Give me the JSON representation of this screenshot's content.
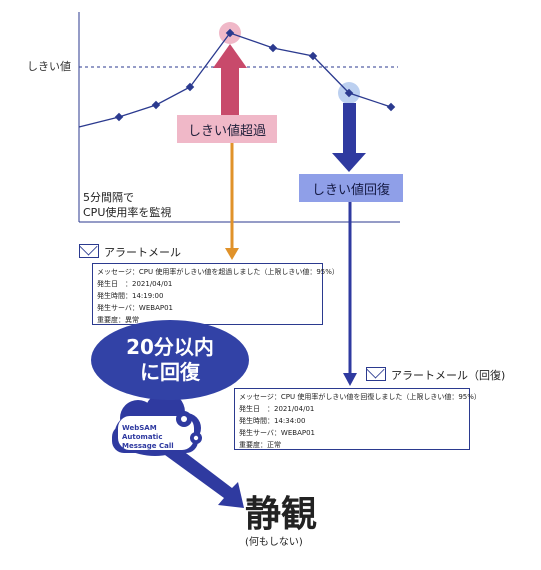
{
  "chart": {
    "threshold_label": "しきい値",
    "caption_line1": "5分間隔で",
    "caption_line2": "CPU使用率を監視",
    "exceed_label": "しきい値超過",
    "recover_label": "しきい値回復",
    "colors": {
      "line": "#2b3a8f",
      "exceed_arrow": "#c84a6b",
      "recover_arrow": "#2f3aa0",
      "orange": "#e0922a"
    }
  },
  "mail_alert": {
    "title": "アラートメール",
    "lines": [
      "メッセージ：CPU 使用率がしきい値を超過しました（上限しきい値：95%）",
      "発生日　：2021/04/01",
      "発生時間：14:19:00",
      "発生サーバ：WEBAP01",
      "重要度：異常"
    ]
  },
  "mail_recover": {
    "title": "アラートメール（回復)",
    "lines": [
      "メッセージ：CPU 使用率がしきい値を回復しました（上限しきい値：95%）",
      "発生日　：2021/04/01",
      "発生時間：14:34:00",
      "発生サーバ：WEBAP01",
      "重要度：正常"
    ]
  },
  "callout": {
    "line1": "20分以内",
    "line2": "に回復"
  },
  "logo": {
    "line1": "WebSAM",
    "line2": "Automatic",
    "line3": "Message Call"
  },
  "result": {
    "title": "静観",
    "subtitle": "(何もしない)"
  }
}
